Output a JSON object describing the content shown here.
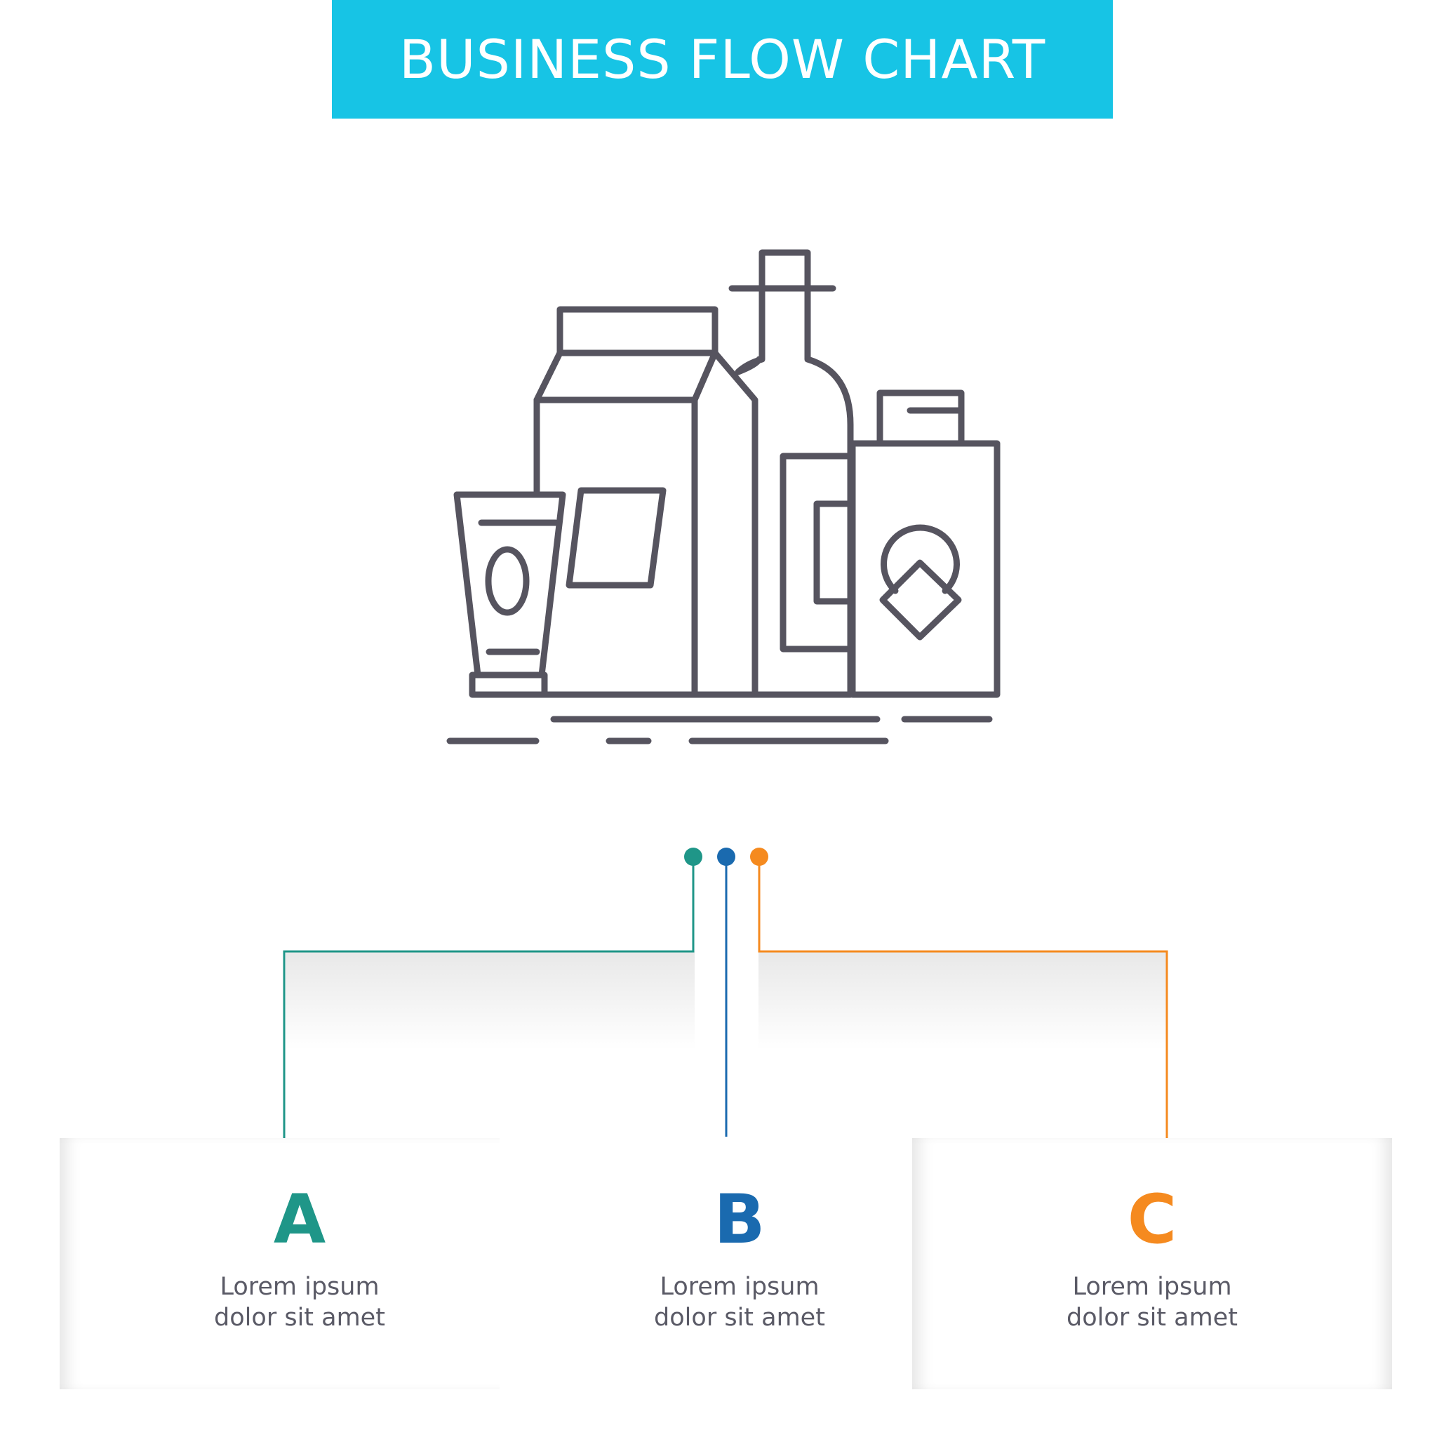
{
  "header": {
    "title": "BUSINESS FLOW CHART",
    "bg_color": "#17c4e5"
  },
  "icon": {
    "name": "packaging-products-icon",
    "stroke_color": "#56545f"
  },
  "steps": [
    {
      "letter": "A",
      "line1": "Lorem ipsum",
      "line2": "dolor sit amet",
      "color": "#1f9688"
    },
    {
      "letter": "B",
      "line1": "Lorem ipsum",
      "line2": "dolor sit amet",
      "color": "#1a6aaf"
    },
    {
      "letter": "C",
      "line1": "Lorem ipsum",
      "line2": "dolor sit amet",
      "color": "#f58a1f"
    }
  ]
}
